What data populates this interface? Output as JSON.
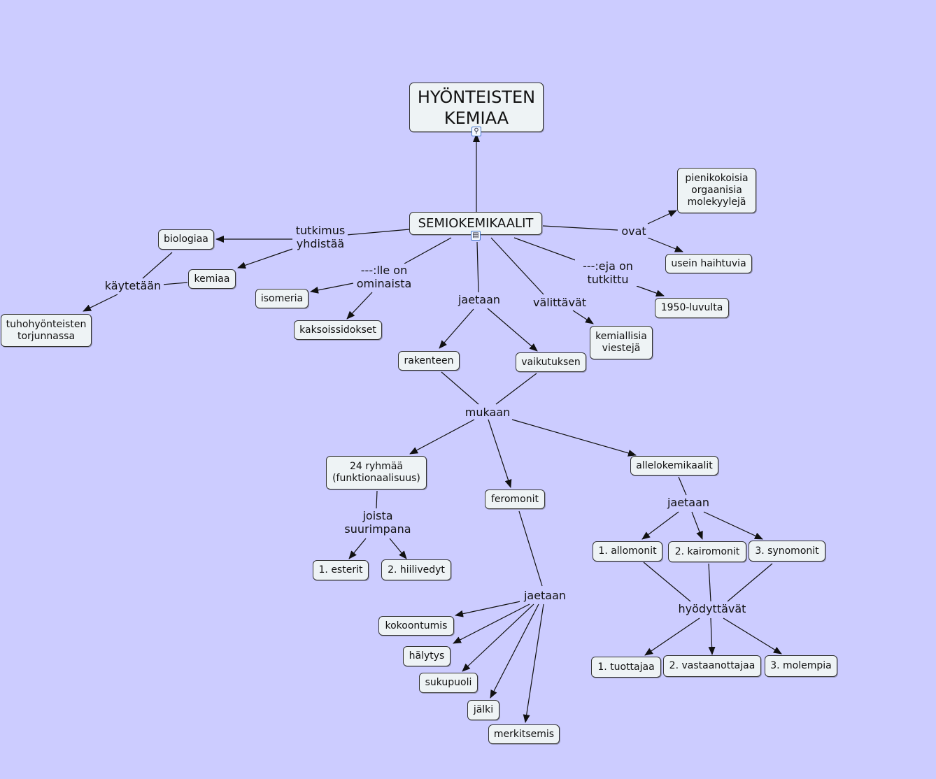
{
  "nodes": {
    "hyonteisten_kemiaa": "HYÖNTEISTEN\nKEMIAA",
    "semiokemikaalit": "SEMIOKEMIKAALIT",
    "biologiaa": "biologiaa",
    "kemiaa": "kemiaa",
    "tuhohyonteisten_torjunnassa": "tuhohyönteisten\ntorjunnassa",
    "isomeria": "isomeria",
    "kaksoissidokset": "kaksoissidokset",
    "rakenteen": "rakenteen",
    "vaikutuksen": "vaikutuksen",
    "kemiallisia_viesteja": "kemiallisia\nviestejä",
    "pienikokoisia": "pienikokoisia\norgaanisia\nmolekyylejä",
    "usein_haihtuvia": "usein haihtuvia",
    "luvulta_1950": "1950-luvulta",
    "ryhmaa_24": "24 ryhmää\n(funktionaalisuus)",
    "feromonit": "feromonit",
    "allelokemikaalit": "allelokemikaalit",
    "esterit": "1. esterit",
    "hiilivedyt": "2. hiilivedyt",
    "allomonit": "1. allomonit",
    "kairomonit": "2. kairomonit",
    "synomonit": "3. synomonit",
    "tuottajaa": "1. tuottajaa",
    "vastaanottajaa": "2. vastaanottajaa",
    "molempia": "3. molempia",
    "kokoontumis": "kokoontumis",
    "halytys": "hälytys",
    "sukupuoli": "sukupuoli",
    "jalki": "jälki",
    "merkitsemis": "merkitsemis"
  },
  "links": {
    "tutkimus_yhdistaa": "tutkimus\nyhdistää",
    "kaytetaan": "käytetään",
    "lle_on_ominaista": "---:lle on\nominaista",
    "jaetaan_1": "jaetaan",
    "valittavat": "välittävät",
    "eja_on_tutkittu": "---:eja on\ntutkittu",
    "ovat": "ovat",
    "mukaan": "mukaan",
    "joista_suurimpana": "joista\nsuurimpana",
    "jaetaan_2": "jaetaan",
    "jaetaan_3": "jaetaan",
    "hyodyttavat": "hyödyttävät"
  },
  "icons": {
    "title_node": "concept-map-link-icon",
    "semio_node": "document-link-icon"
  },
  "colors": {
    "background": "#ccccff",
    "node_fill": "#eef3f5",
    "node_border": "#333333",
    "line": "#111111"
  }
}
